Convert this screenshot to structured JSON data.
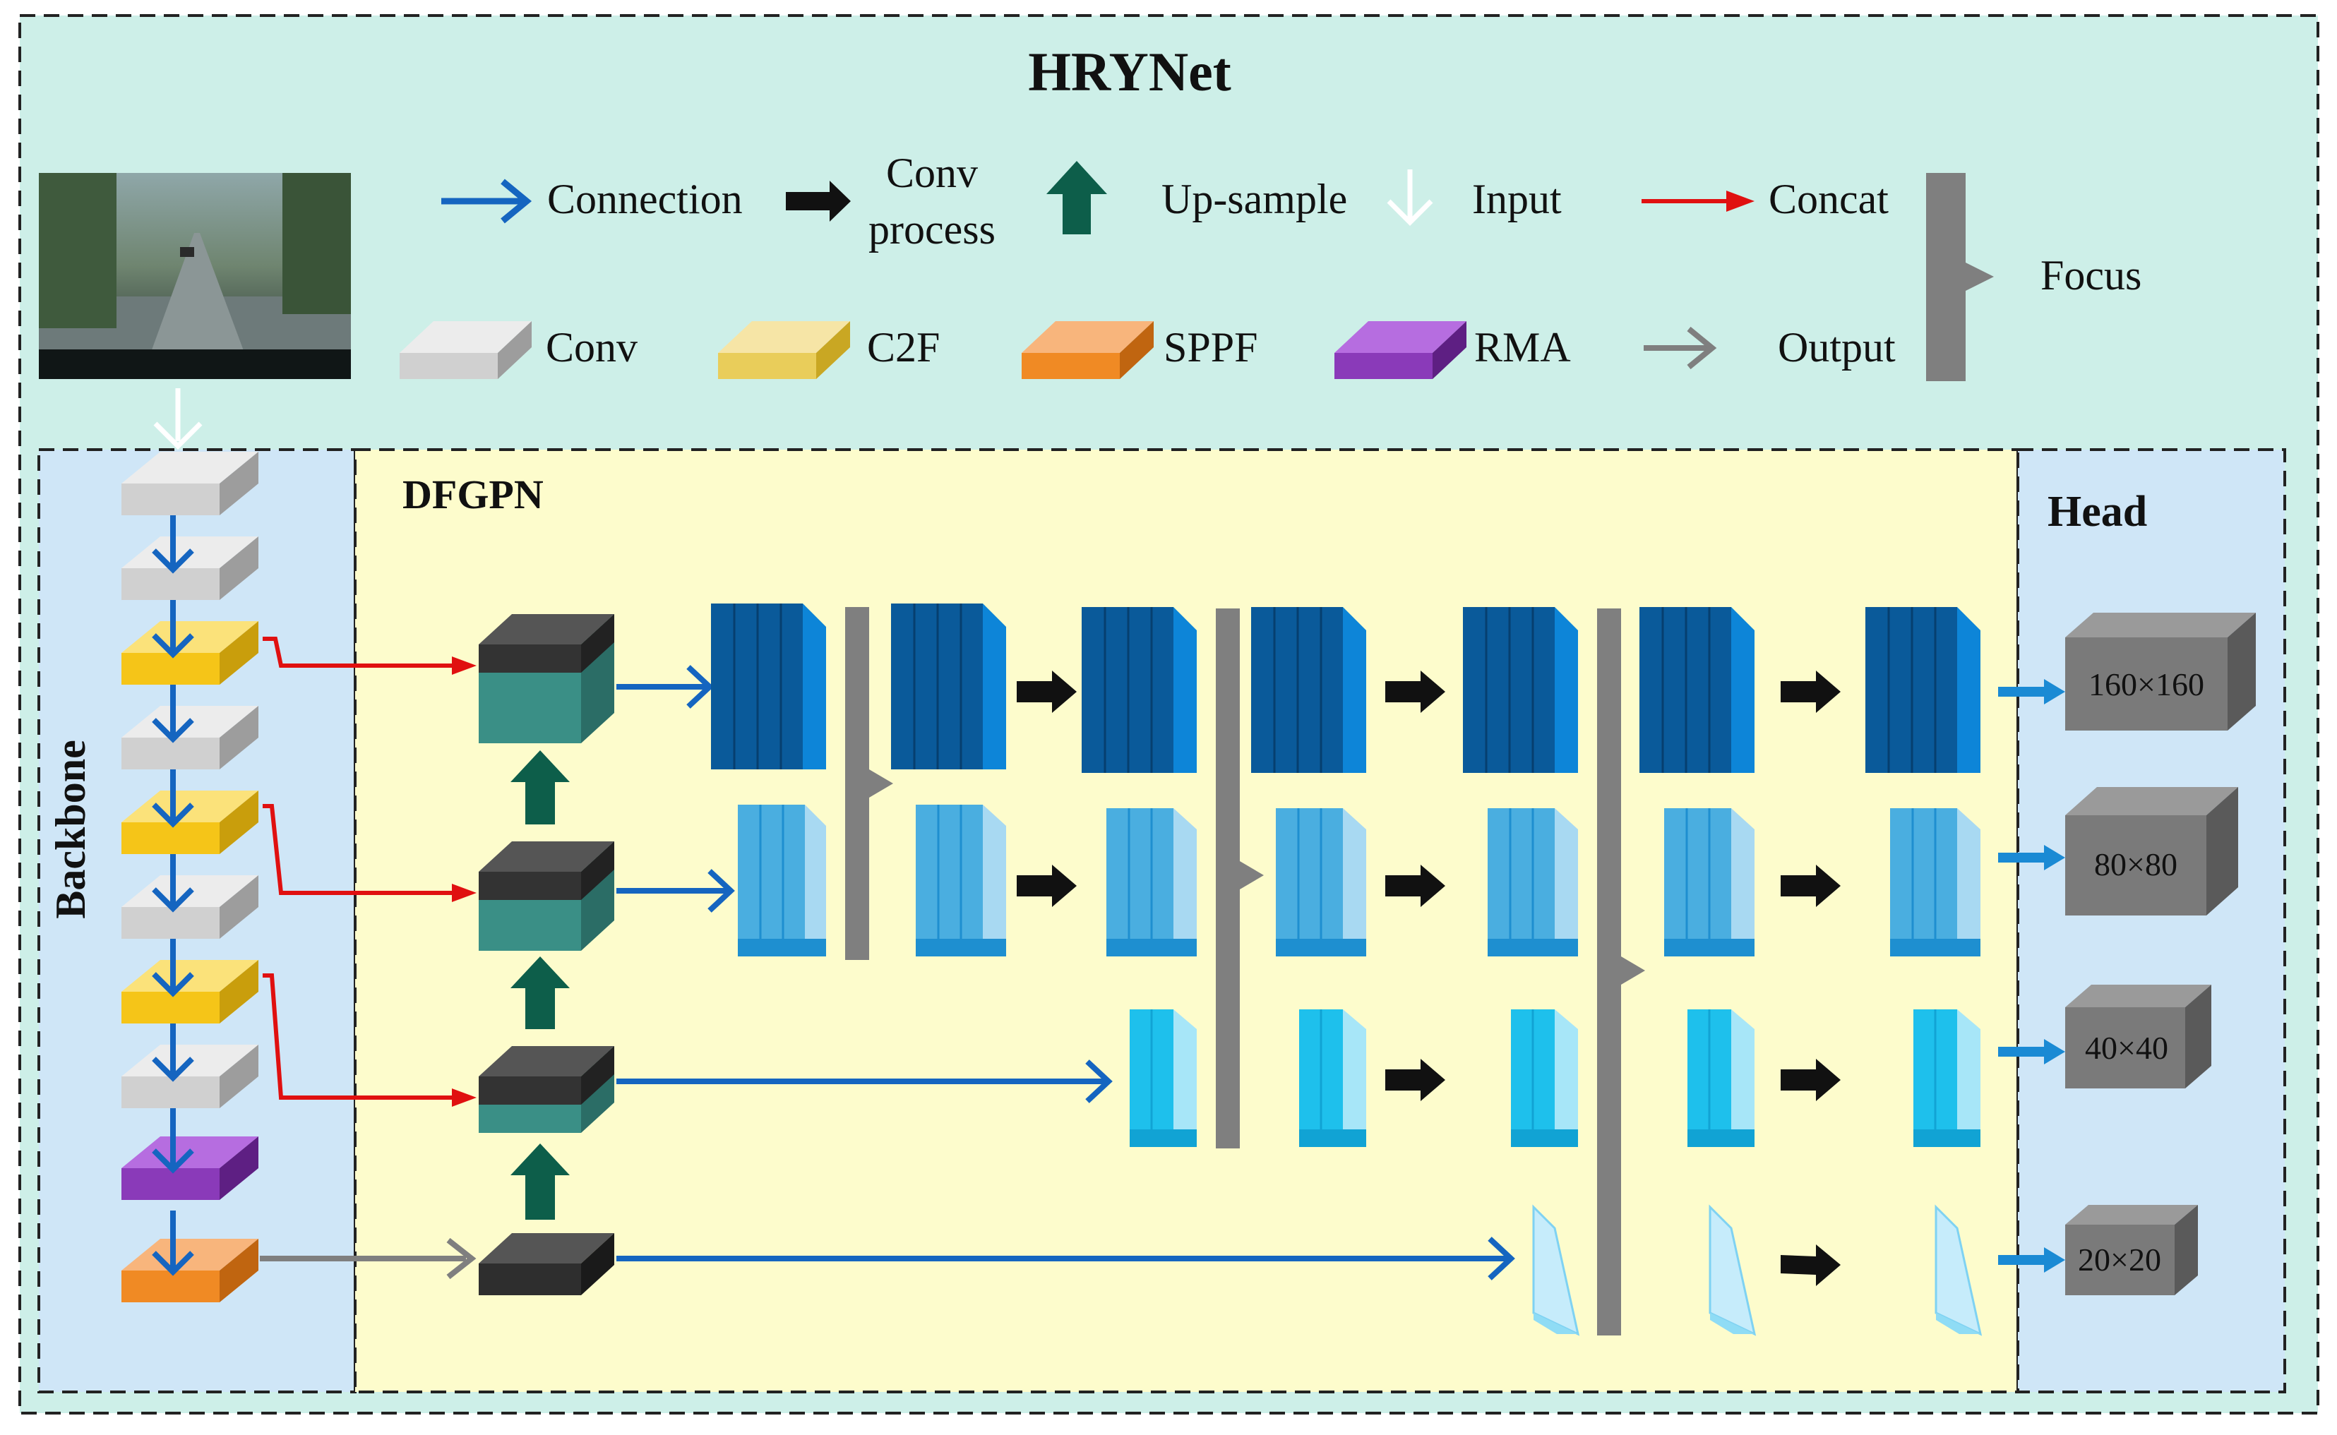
{
  "title": "HRYNet",
  "legend": {
    "connection": "Connection",
    "conv_process_line1": "Conv",
    "conv_process_line2": "process",
    "up_sample": "Up-sample",
    "input": "Input",
    "concat": "Concat",
    "focus": "Focus",
    "conv": "Conv",
    "c2f": "C2F",
    "sppf": "SPPF",
    "rma": "RMA",
    "output": "Output"
  },
  "sections": {
    "backbone": "Backbone",
    "dfgpn": "DFGPN",
    "head": "Head"
  },
  "head_outputs": [
    "160×160",
    "80×80",
    "40×40",
    "20×20"
  ],
  "colors": {
    "outer_bg": "#cdefe8",
    "backbone_bg": "#cfe6f7",
    "dfgpn_bg": "#fdfccc",
    "head_bg": "#cfe6f7",
    "connection": "#1565c0",
    "concat": "#e01010",
    "upsample": "#0d5e4a",
    "focus": "#7f7f7f",
    "conv_block": "#d0d0d0",
    "c2f_block": "#f5c518",
    "sppf_block": "#f08a24",
    "rma_block": "#8a3ab9"
  }
}
